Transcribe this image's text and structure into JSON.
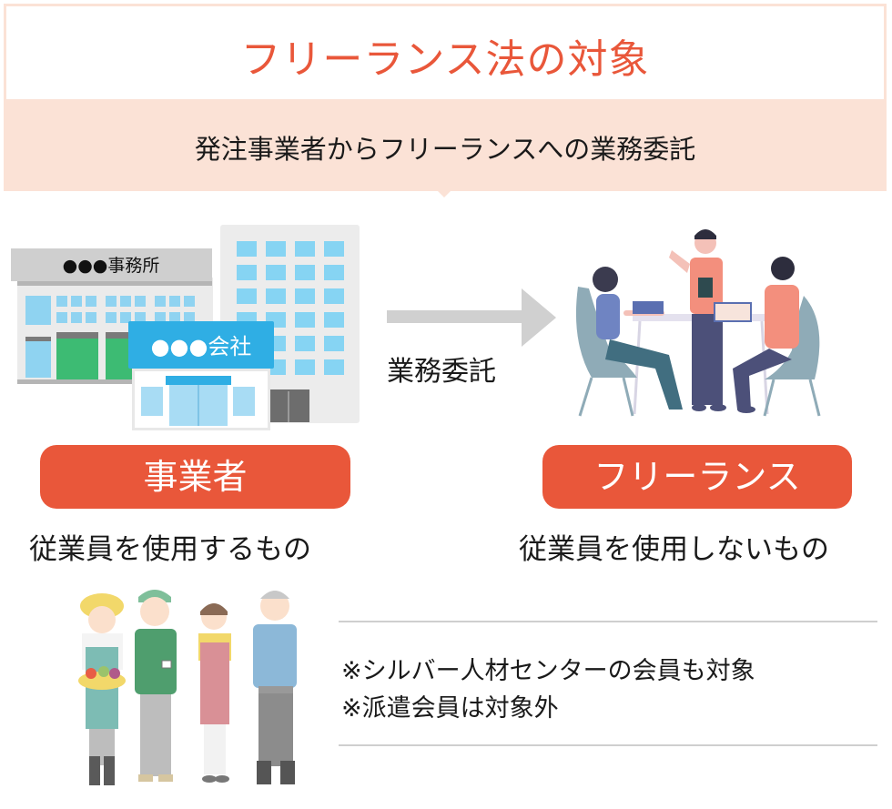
{
  "header": {
    "title": "フリーランス法の対象",
    "subtitle": "発注事業者からフリーランスへの業務委託"
  },
  "flow": {
    "arrow_label": "業務委託",
    "left": {
      "label": "事業者",
      "description": "従業員を使用するもの",
      "illustration": {
        "sign_office": "●●●事務所",
        "sign_company": "●●●会社"
      }
    },
    "right": {
      "label": "フリーランス",
      "description": "従業員を使用しないもの"
    }
  },
  "notes": [
    "※シルバー人材センターの会員も対象",
    "※派遣会員は対象外"
  ],
  "colors": {
    "accent": "#e9573a",
    "band": "#fbe2d6",
    "arrow": "#d0d0d0",
    "rule": "#cfcfcf"
  }
}
